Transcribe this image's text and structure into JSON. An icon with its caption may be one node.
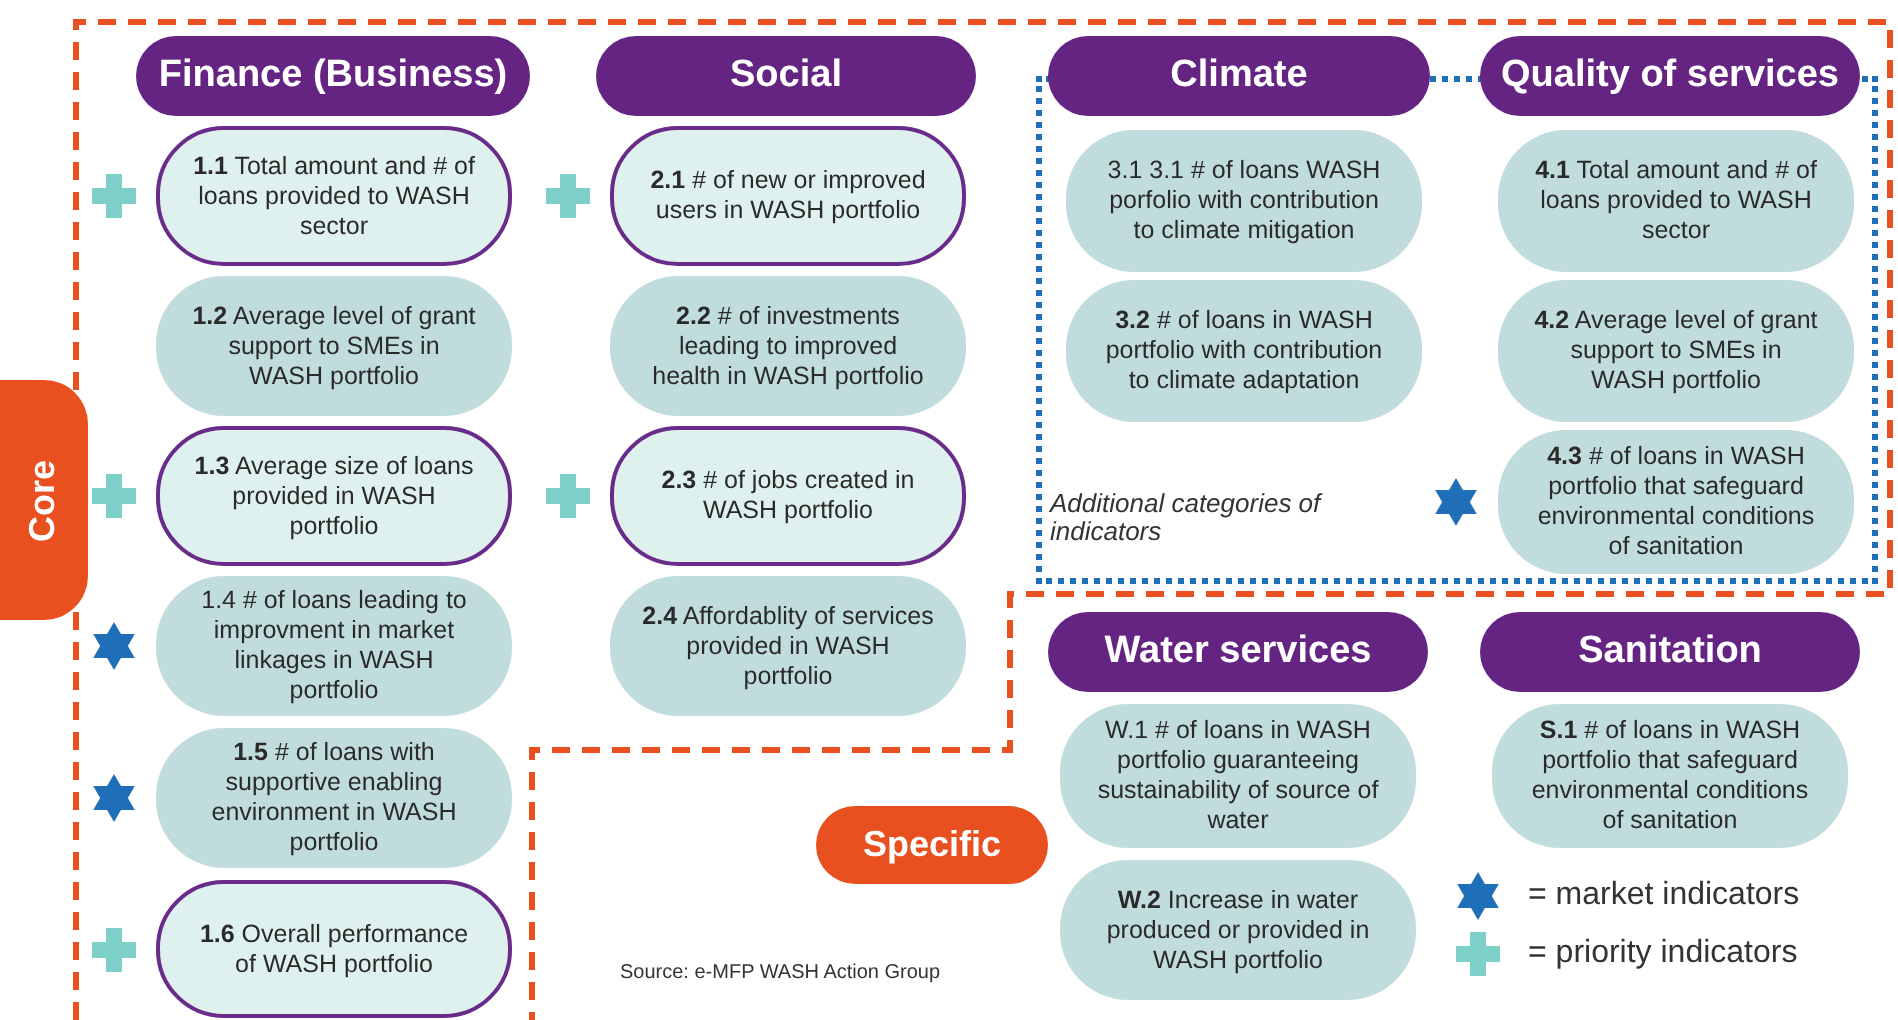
{
  "diagram": {
    "nodes": [
      {
        "text": [
          "Finance (Business)"
        ]
      },
      {
        "text": [
          "**1.1** Total amount and # of loans provided to WASH sector"
        ]
      },
      {
        "text": [
          "**1.2** Average level of grant support to SMEs in WASH portfolio"
        ]
      },
      {
        "text": [
          "**1.3** Average size of loans provided in WASH portfolio"
        ]
      },
      {
        "text": [
          "1.4 # of loans leading to improvment in market linkages in WASH portfolio"
        ]
      },
      {
        "text": [
          "**1.5** # of loans with supportive enabling environment in WASH portfolio"
        ]
      },
      {
        "text": [
          "**1.6** Overall performance of WASH portfolio"
        ]
      },
      {
        "text": [
          "Social"
        ]
      },
      {
        "text": [
          "**2.1** # of new or improved users in WASH portfolio"
        ]
      },
      {
        "text": [
          "**2.2** # of investments leading to improved health in WASH portfolio"
        ]
      },
      {
        "text": [
          "**2.3** # of jobs created in WASH portfolio"
        ]
      },
      {
        "text": [
          "**2.4** Affordablity of services provided in WASH portfolio"
        ]
      },
      {
        "text": [
          "Additional categories of indicators"
        ]
      },
      {
        "text": [
          "Climate"
        ]
      },
      {
        "text": [
          "3.1 3.1 # of loans WASH porfolio with contribution to climate mitigation"
        ],
        "in": 12
      },
      {
        "text": [
          "**3.2** # of loans in WASH portfolio with contribution to climate adaptation"
        ],
        "in": 12
      },
      {
        "text": [
          "Quality of services"
        ]
      },
      {
        "text": [
          "**4.1** Total amount and # of loans provided to WASH sector"
        ],
        "in": 12
      },
      {
        "text": [
          "**4.2** Average level of grant support to SMEs in WASH portfolio"
        ],
        "in": 12
      },
      {
        "text": [
          "**4.3** # of loans in WASH portfolio that safeguard environmental conditions of sanitation"
        ],
        "in": 12
      },
      {
        "text": [
          "Core"
        ]
      },
      {
        "text": [
          "Specific"
        ]
      },
      {
        "text": [
          "Water services"
        ]
      },
      {
        "text": [
          "W.1 # of loans in WASH portfolio guaranteeing sustainability of source of water"
        ]
      },
      {
        "text": [
          "**W.2** Increase in water produced or provided in WASH portfolio"
        ]
      },
      {
        "text": [
          "Sanitation"
        ]
      },
      {
        "text": [
          "**S.1** # of loans in WASH portfolio that safeguard environmental conditions of sanitation"
        ]
      }
    ],
    "labels": [
      "Source: e-MFP WASH Action Group"
    ],
    "legend": [
      {
        "text": "= market indicators"
      },
      {
        "text": "= priority indicators"
      }
    ]
  }
}
